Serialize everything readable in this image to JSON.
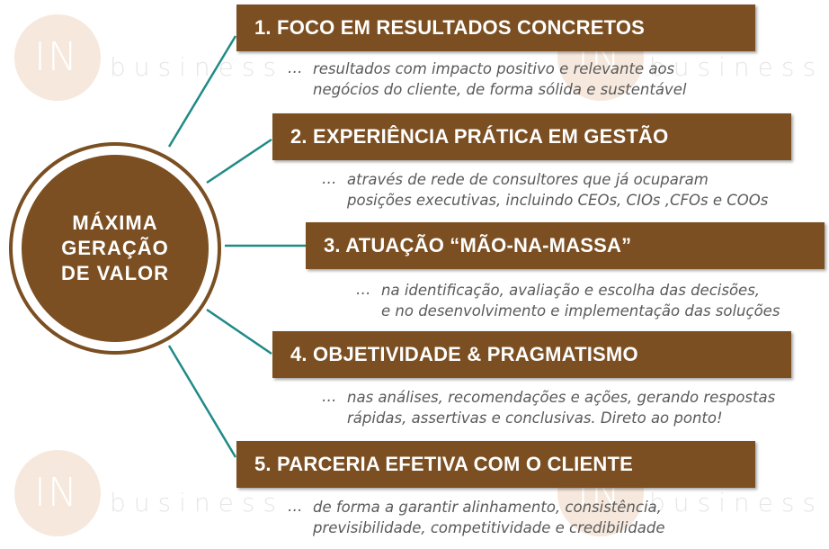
{
  "watermark": {
    "logo_text": "IN",
    "brand_text": "business"
  },
  "hub": {
    "lines": [
      "MÁXIMA",
      "GERAÇÃO",
      "DE VALOR"
    ]
  },
  "items": [
    {
      "title": "1.  FOCO EM RESULTADOS CONCRETOS",
      "ellipsis": "…",
      "lines": [
        "resultados com impacto positivo e relevante aos",
        "negócios do cliente, de forma sólida e sustentável"
      ]
    },
    {
      "title": "2.  EXPERIÊNCIA PRÁTICA EM GESTÃO",
      "ellipsis": "…",
      "lines": [
        "através de rede de consultores que já ocuparam",
        "posições executivas, incluindo CEOs, CIOs ,CFOs e COOs"
      ]
    },
    {
      "title": "3.  ATUAÇÃO “MÃO-NA-MASSA”",
      "ellipsis": "…",
      "lines": [
        "na identificação, avaliação e escolha das decisões,",
        "e no desenvolvimento e implementação das soluções"
      ]
    },
    {
      "title": "4.  OBJETIVIDADE & PRAGMATISMO",
      "ellipsis": "…",
      "lines": [
        "nas análises, recomendações e ações, gerando respostas",
        "rápidas, assertivas e conclusivas. Direto ao ponto!"
      ]
    },
    {
      "title": "5.  PARCERIA EFETIVA COM O CLIENTE",
      "ellipsis": "…",
      "lines": [
        "de forma a garantir alinhamento, consistência,",
        "previsibilidade, competitividade e credibilidade"
      ]
    }
  ],
  "colors": {
    "bar": "#7b4f21",
    "connector": "#1f8a86",
    "description_text": "#5a5a5a"
  }
}
